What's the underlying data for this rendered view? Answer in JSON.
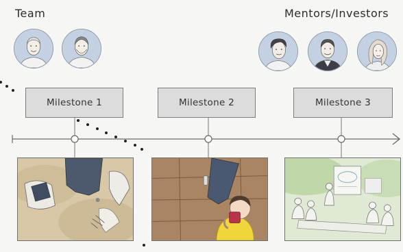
{
  "team": {
    "heading": "Team",
    "members": [
      "member-1",
      "member-2"
    ]
  },
  "mentors": {
    "heading": "Mentors/Investors",
    "members": [
      "mentor-1",
      "mentor-2",
      "mentor-3"
    ]
  },
  "milestones": [
    {
      "label": "Milestone 1"
    },
    {
      "label": "Milestone 2"
    },
    {
      "label": "Milestone 3"
    }
  ],
  "colors": {
    "box_fill": "#dcdcdc",
    "box_border": "#7c7c7c",
    "watercolor_blue": "#bccbdc",
    "line": "#6a6a6a"
  }
}
